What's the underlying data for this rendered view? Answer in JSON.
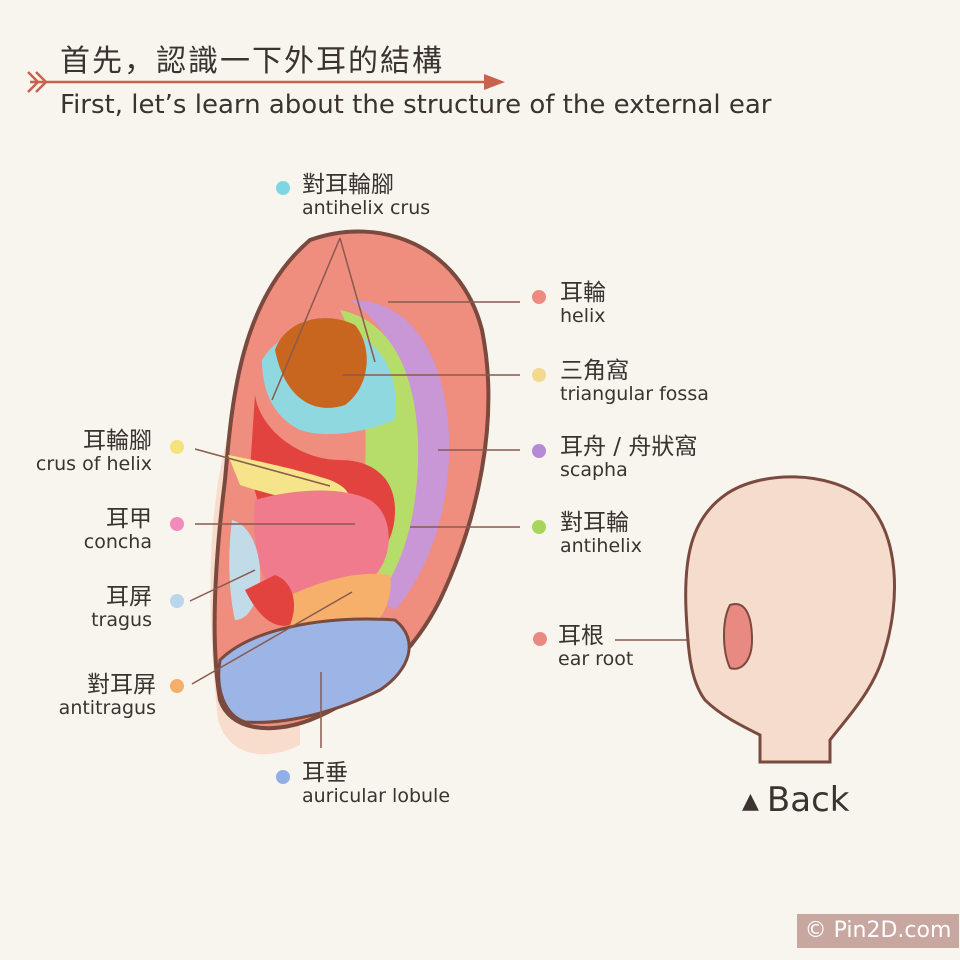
{
  "header": {
    "title_zh": "首先，認識一下外耳的結構",
    "title_en": "First, let’s learn about the structure of the external ear"
  },
  "labels": {
    "antihelix_crus": {
      "zh": "對耳輪腳",
      "en": "antihelix crus",
      "color": "#7fd6e3"
    },
    "helix": {
      "zh": "耳輪",
      "en": "helix",
      "color": "#ee8a80"
    },
    "triangular_fossa": {
      "zh": "三角窩",
      "en": "triangular fossa",
      "color": "#f3d88e"
    },
    "scapha": {
      "zh": "耳舟 / 舟狀窩",
      "en": "scapha",
      "color": "#b58ad6"
    },
    "antihelix": {
      "zh": "對耳輪",
      "en": "antihelix",
      "color": "#a8d65a"
    },
    "ear_root": {
      "zh": "耳根",
      "en": "ear root",
      "color": "#e88a82"
    },
    "crus_of_helix": {
      "zh": "耳輪腳",
      "en": "crus of helix",
      "color": "#f4e37a"
    },
    "concha": {
      "zh": "耳甲",
      "en": "concha",
      "color": "#f28bbd"
    },
    "tragus": {
      "zh": "耳屏",
      "en": "tragus",
      "color": "#b9d6ec"
    },
    "antitragus": {
      "zh": "對耳屏",
      "en": "antitragus",
      "color": "#f4b06a"
    },
    "lobule": {
      "zh": "耳垂",
      "en": "auricular lobule",
      "color": "#92aee6"
    }
  },
  "back_label": "Back",
  "back_arrow": "▲",
  "watermark": "© Pin2D.com",
  "colors": {
    "outline": "#7a4a3e",
    "skin": "#f6d5c2",
    "pointer": "#8a5a4e",
    "arrow": "#c7624e"
  }
}
